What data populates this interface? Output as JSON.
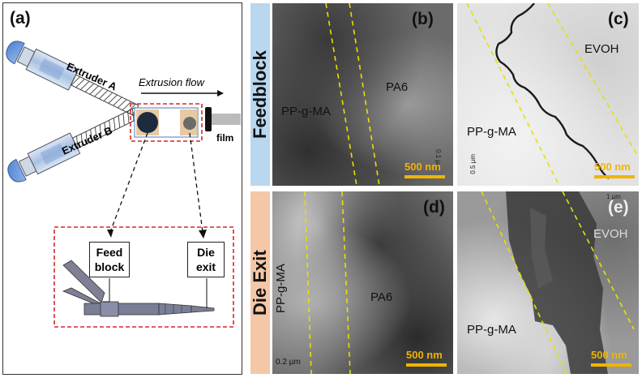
{
  "panel_a": {
    "label": "(a)",
    "extruder_a": "Extruder A",
    "extruder_b": "Extruder B",
    "flow_label": "Extrusion flow",
    "film_label": "film",
    "feed_block_label": "Feed block",
    "die_exit_label": "Die exit"
  },
  "rows": {
    "feedblock_label": "Feedblock",
    "die_exit_label": "Die Exit"
  },
  "panel_b": {
    "label": "(b)",
    "left_material": "PP-g-MA",
    "right_material": "PA6",
    "scale": "500 nm",
    "small_scale": "0.1 µm"
  },
  "panel_c": {
    "label": "(c)",
    "top_material": "EVOH",
    "bottom_material": "PP-g-MA",
    "scale": "500 nm",
    "small_scale": "0.5 µm"
  },
  "panel_d": {
    "label": "(d)",
    "left_material": "PP-g-MA",
    "right_material": "PA6",
    "scale": "500 nm",
    "small_scale": "0.2 µm"
  },
  "panel_e": {
    "label": "(e)",
    "top_material": "EVOH",
    "bottom_material": "PP-g-MA",
    "scale": "500 nm",
    "small_scale": "1 µm"
  },
  "colors": {
    "feedblock_band": "#b9d7ee",
    "die_exit_band": "#f4c7a6",
    "dashed_red": "#d62728",
    "interface_yellow": "#e8e000",
    "scale_yellow": "#f0b400"
  }
}
